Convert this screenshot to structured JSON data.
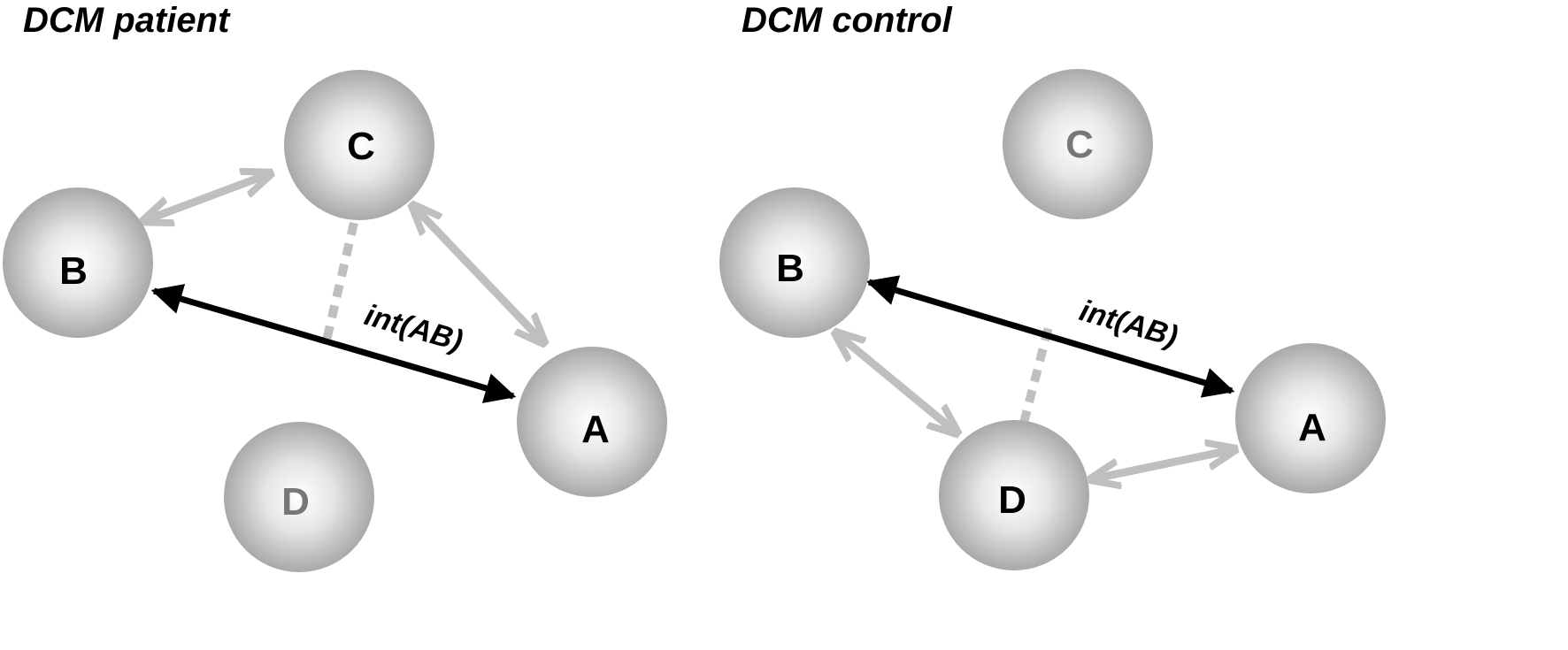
{
  "panels": [
    {
      "title": "DCM patient",
      "nodes": {
        "a": {
          "label": "A",
          "label_color": "#000000"
        },
        "b": {
          "label": "B",
          "label_color": "#000000"
        },
        "c": {
          "label": "C",
          "label_color": "#000000"
        },
        "d": {
          "label": "D",
          "label_color": "#777777"
        }
      },
      "edge_label": "int(AB)"
    },
    {
      "title": "DCM control",
      "nodes": {
        "a": {
          "label": "A",
          "label_color": "#000000"
        },
        "b": {
          "label": "B",
          "label_color": "#000000"
        },
        "c": {
          "label": "C",
          "label_color": "#777777"
        },
        "d": {
          "label": "D",
          "label_color": "#000000"
        }
      },
      "edge_label": "int(AB)"
    }
  ],
  "colors": {
    "strong_connection": "#000000",
    "weak_connection": "#bfbfbf",
    "modulation_dashed": "#bfbfbf",
    "node_center": "#ffffff",
    "node_edge": "#a9a9a9"
  }
}
